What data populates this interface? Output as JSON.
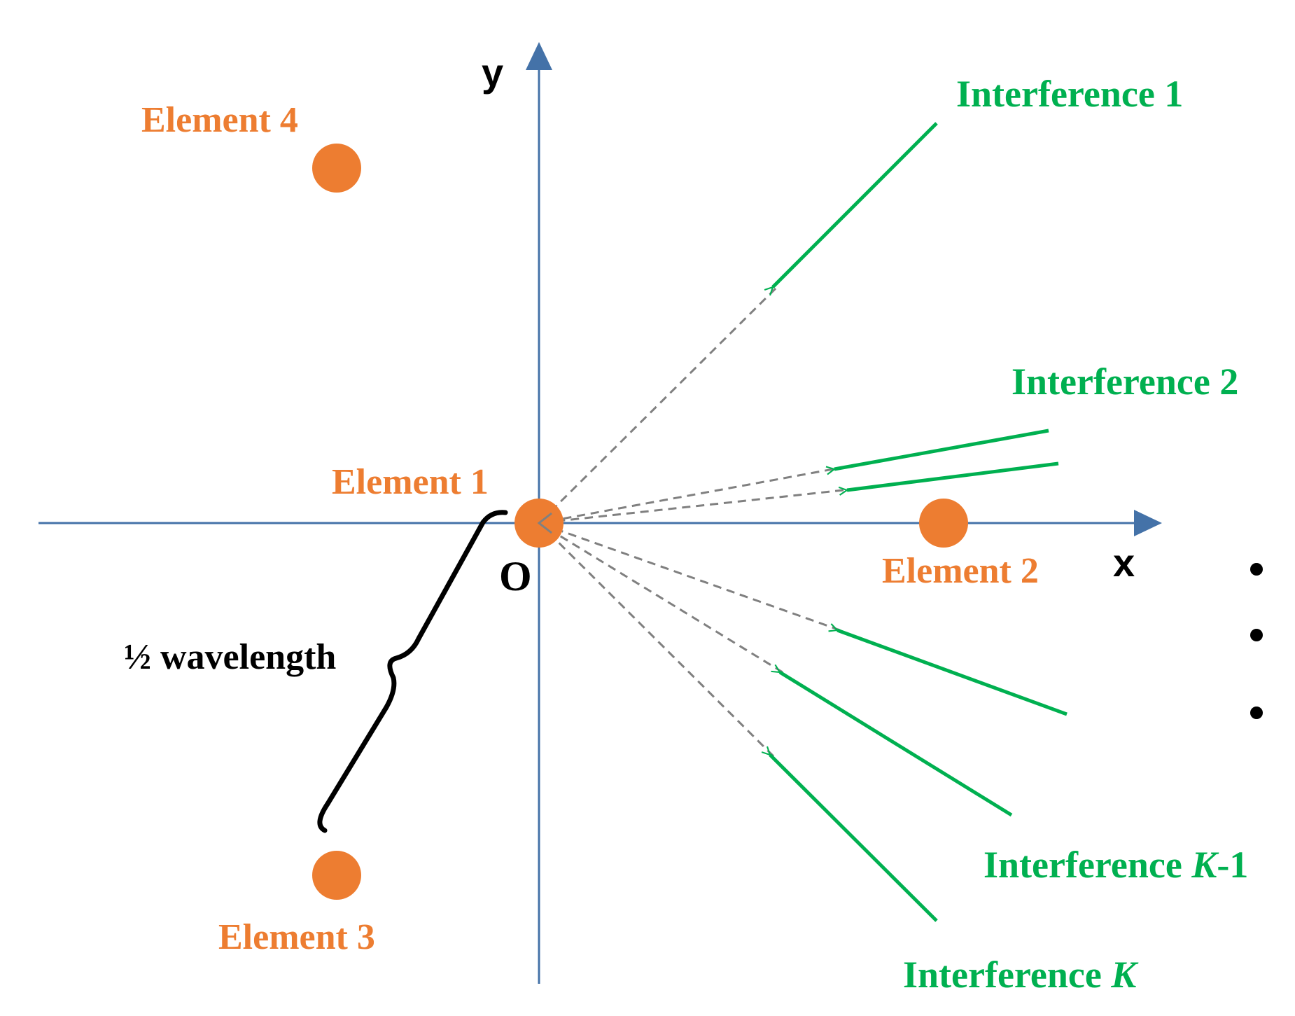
{
  "colors": {
    "axis": "#4472A8",
    "element": "#ED7D31",
    "interference": "#00B050",
    "dashed": "#808080",
    "text_dark": "#000000"
  },
  "axes": {
    "x_label": "x",
    "y_label": "y",
    "origin_label": "O"
  },
  "elements": [
    {
      "label": "Element 1"
    },
    {
      "label": "Element 2"
    },
    {
      "label": "Element 3"
    },
    {
      "label": "Element 4"
    }
  ],
  "interferences": [
    {
      "label_prefix": "Interference ",
      "label_k": "",
      "label_suffix": "1"
    },
    {
      "label_prefix": "Interference ",
      "label_k": "",
      "label_suffix": "2"
    },
    {
      "label_prefix": "Interference ",
      "label_k": "K",
      "label_suffix": "-1"
    },
    {
      "label_prefix": "Interference ",
      "label_k": "K",
      "label_suffix": ""
    }
  ],
  "spacing_annotation": "½ wavelength",
  "ellipsis_icon": "vertical-ellipsis-icon"
}
